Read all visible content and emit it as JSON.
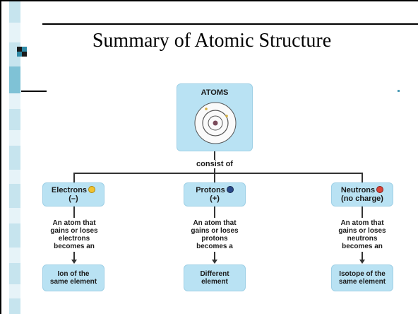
{
  "slide": {
    "title": "Summary of Atomic Structure"
  },
  "diagram": {
    "root": "ATOMS",
    "connector": "consist of",
    "branches": [
      {
        "name": "Electrons",
        "charge": "(–)",
        "dot_color": "#f2c230",
        "description": [
          "An atom that",
          "gains or loses",
          "electrons",
          "becomes an"
        ],
        "result": [
          "Ion of the",
          "same element"
        ]
      },
      {
        "name": "Protons",
        "charge": "(+)",
        "dot_color": "#2a4a8a",
        "description": [
          "An atom that",
          "gains or loses",
          "protons",
          "becomes a"
        ],
        "result": [
          "Different",
          "element"
        ]
      },
      {
        "name": "Neutrons",
        "charge": "(no charge)",
        "dot_color": "#d9443a",
        "description": [
          "An atom that",
          "gains or loses",
          "neutrons",
          "becomes an"
        ],
        "result": [
          "Isotope of the",
          "same element"
        ]
      }
    ]
  },
  "colors": {
    "box_fill": "#b9e2f3",
    "strip_light": "#c6e4ee",
    "strip_mid": "#7fc2d6",
    "bullet_dark": "#1a1a1a",
    "bullet_teal": "#2f8aa6"
  }
}
